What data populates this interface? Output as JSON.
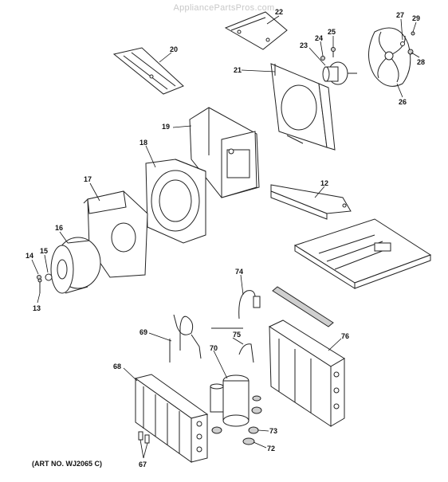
{
  "watermark": "AppliancePartsPros.com",
  "art_number": "(ART NO. WJ2065 C)",
  "callouts": {
    "c12": "12",
    "c13": "13",
    "c14": "14",
    "c15": "15",
    "c16": "16",
    "c17": "17",
    "c18": "18",
    "c19": "19",
    "c20": "20",
    "c21": "21",
    "c22": "22",
    "c23": "23",
    "c24": "24",
    "c25": "25",
    "c26": "26",
    "c27": "27",
    "c28": "28",
    "c29": "29",
    "c67": "67",
    "c68": "68",
    "c69": "69",
    "c70": "70",
    "c72": "72",
    "c73": "73",
    "c74": "74",
    "c75": "75",
    "c76": "76"
  }
}
